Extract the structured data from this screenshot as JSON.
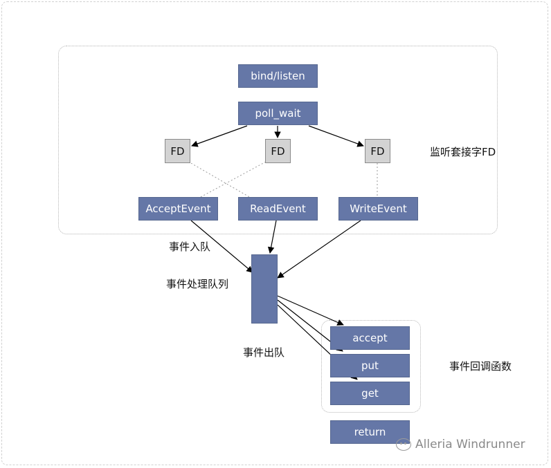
{
  "nodes": {
    "bind_listen": "bind/listen",
    "poll_wait": "poll_wait",
    "fd_1": "FD",
    "fd_2": "FD",
    "fd_3": "FD",
    "accept_event": "AcceptEvent",
    "read_event": "ReadEvent",
    "write_event": "WriteEvent",
    "accept": "accept",
    "put": "put",
    "get": "get",
    "return": "return"
  },
  "labels": {
    "listen_socket_fd": "监听套接字FD",
    "event_enqueue": "事件入队",
    "event_queue": "事件处理队列",
    "event_dequeue": "事件出队",
    "callback_functions": "事件回调函数"
  },
  "watermark": {
    "text": "Alleria Windrunner",
    "icon": "wechat-icon"
  },
  "colors": {
    "node_fill": "#6577a7",
    "fd_fill": "#d3d3d3",
    "edge": "#000000",
    "dotted_link": "#9a9a9a"
  }
}
